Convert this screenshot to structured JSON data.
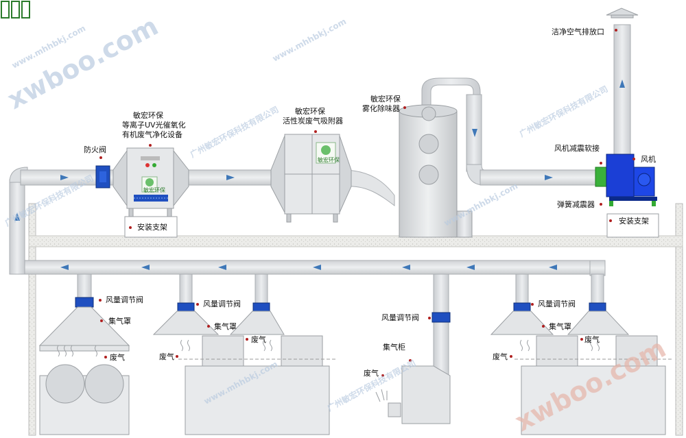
{
  "title_corner": "",
  "watermarks": {
    "brand": "xwboo.com",
    "site": "www.mhhbkj.com",
    "company": "广州敏宏环保科技有限公司"
  },
  "logo_text": "敏宏环保",
  "labels": {
    "fire_damper": "防火阀",
    "uv_device": [
      "敏宏环保",
      "等离子UV光催氧化",
      "有机废气净化设备"
    ],
    "carbon_adsorber": [
      "敏宏环保",
      "活性炭废气吸附器"
    ],
    "deodorizer": [
      "敏宏环保",
      "雾化除味器"
    ],
    "clean_exhaust": "洁净空气排放口",
    "fan_connector": "风机减震软接",
    "fan": "风机",
    "spring_damper": "弹簧减震器",
    "mount_left": "安装支架",
    "mount_right": "安装支架",
    "airflow_valve_1": "风量调节阀",
    "hood_1": "集气罩",
    "waste_gas_1": "废气",
    "airflow_valve_2": "风量调节阀",
    "hood_2": "集气罩",
    "waste_gas_2a": "废气",
    "waste_gas_2b": "废气",
    "airflow_valve_3": "风量调节阀",
    "cabinet": "集气柜",
    "waste_gas_3": "废气",
    "airflow_valve_4": "风量调节阀",
    "hood_4": "集气罩",
    "waste_gas_4a": "废气",
    "waste_gas_4b": "废气"
  },
  "colors": {
    "duct": "#dfe1e3",
    "duct_edge": "#a9adb1",
    "arrow": "#3f78b8",
    "damper": "#1f4fc0",
    "fan": "#1b3fd6",
    "flex": "#3ab03a",
    "floor": "#e9e9e6"
  }
}
